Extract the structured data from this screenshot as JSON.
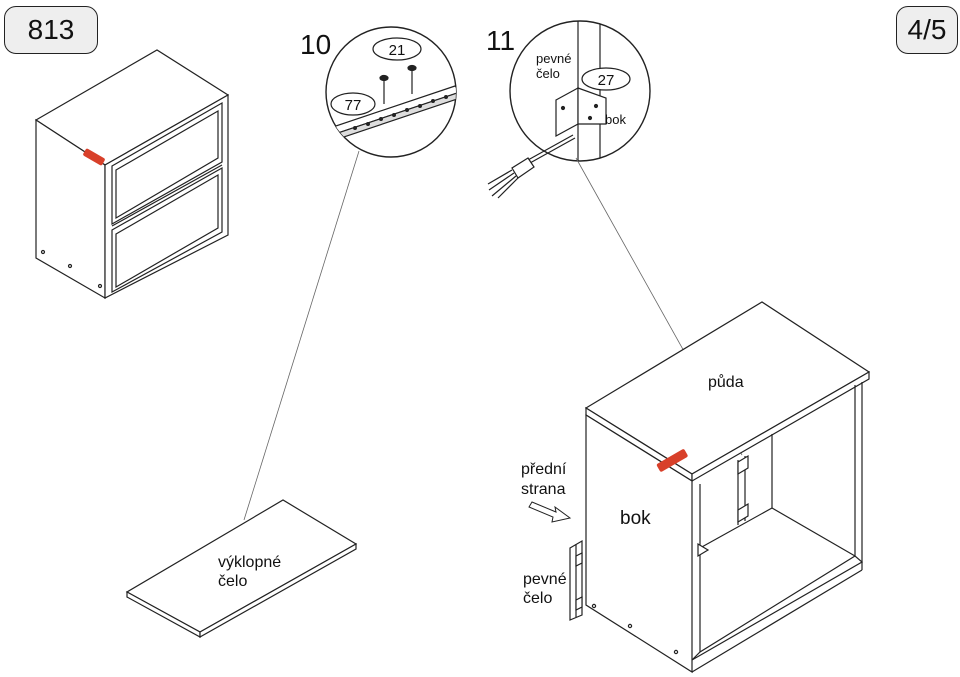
{
  "header": {
    "model_number": "813",
    "page_indicator": "4/5"
  },
  "steps": [
    {
      "number": "10",
      "part_callouts": [
        "21",
        "77"
      ]
    },
    {
      "number": "11",
      "part_callout": "27",
      "labels": {
        "fixed_front": "pevné\nčelo",
        "side": "bok"
      }
    }
  ],
  "labels": {
    "flip_front": [
      "výklopné",
      "čelo"
    ],
    "top": "půda",
    "front_side": [
      "přední",
      "strana"
    ],
    "side": "bok",
    "fixed_front": [
      "pevné",
      "čelo"
    ]
  },
  "step11_labels": {
    "fixed_front": [
      "pevné",
      "čelo"
    ],
    "side": "bok"
  },
  "colors": {
    "line": "#222222",
    "logo": "#d8402a",
    "badge_bg": "#eeeeee"
  }
}
